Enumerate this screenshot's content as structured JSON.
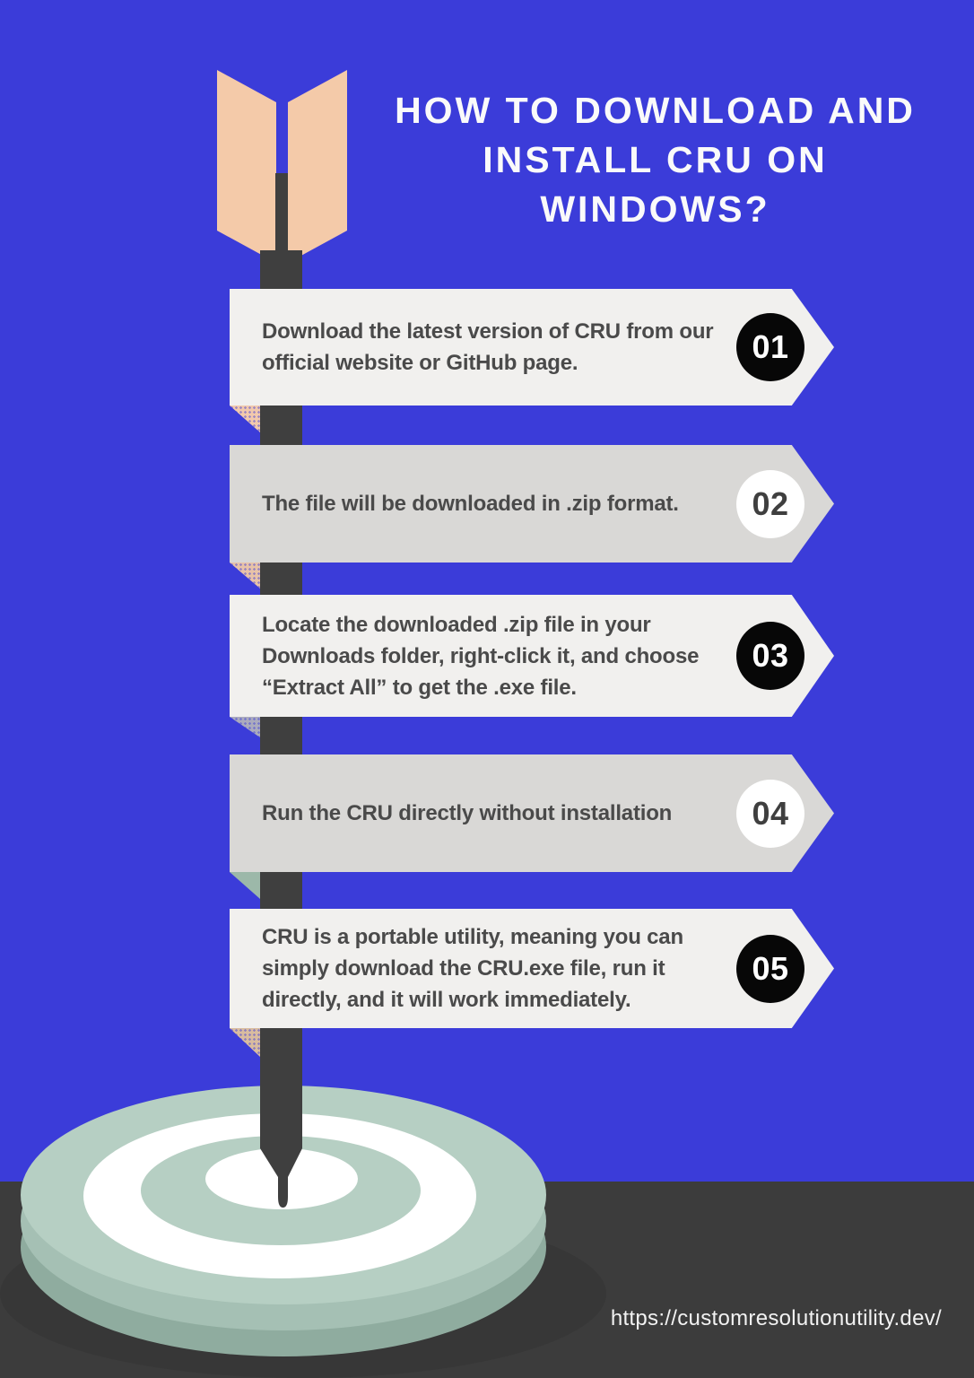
{
  "page": {
    "background_color": "#3B3CD9",
    "floor_color": "#3C3C3C"
  },
  "title": {
    "full_text": "HOW TO DOWNLOAD AND INSTALL CRU ON WINDOWS?",
    "lines": [
      "HOW TO DOWNLOAD AND",
      "INSTALL CRU ON",
      "WINDOWS?"
    ],
    "color": "#FAFAFA"
  },
  "steps": [
    {
      "number": "01",
      "text": "Download the latest version of CRU from our official website or GitHub page.",
      "banner_color": "#F1F0EE",
      "badge_bg": "#070707",
      "badge_text_color": "#FFFFFF",
      "accent_color": "#F2C9AC"
    },
    {
      "number": "02",
      "text": "The file will be downloaded in .zip format.",
      "banner_color": "#D9D8D6",
      "badge_bg": "#FFFFFF",
      "badge_text_color": "#3F3F3F",
      "accent_color": "#E8C3A8"
    },
    {
      "number": "03",
      "text": "Locate the downloaded .zip file in your Downloads folder, right-click it, and choose “Extract All” to get the .exe file.",
      "banner_color": "#F1F0EE",
      "badge_bg": "#070707",
      "badge_text_color": "#FFFFFF",
      "accent_color": "#ABABBD"
    },
    {
      "number": "04",
      "text": "Run the CRU directly without installation",
      "banner_color": "#D9D8D6",
      "badge_bg": "#FFFFFF",
      "badge_text_color": "#3F3F3F",
      "accent_color": "#9CB8A9"
    },
    {
      "number": "05",
      "text": "CRU is a portable utility, meaning you can simply download the CRU.exe file, run it directly, and it will work immediately.",
      "banner_color": "#F1F0EE",
      "badge_bg": "#070707",
      "badge_text_color": "#FFFFFF",
      "accent_color": "#D9BC9F"
    }
  ],
  "graphics": {
    "arrow": {
      "shaft_color": "#3F3F3F",
      "fletching_color": "#F4CAA9"
    },
    "target": {
      "face_color": "#B6CFC3",
      "side_light_color": "#A5C0B4",
      "side_dark_color": "#8FAC9F",
      "ring_white_color": "#FFFFFF",
      "shadow_color": "#373737"
    }
  },
  "footer": {
    "url": "https://customresolutionutility.dev/"
  }
}
